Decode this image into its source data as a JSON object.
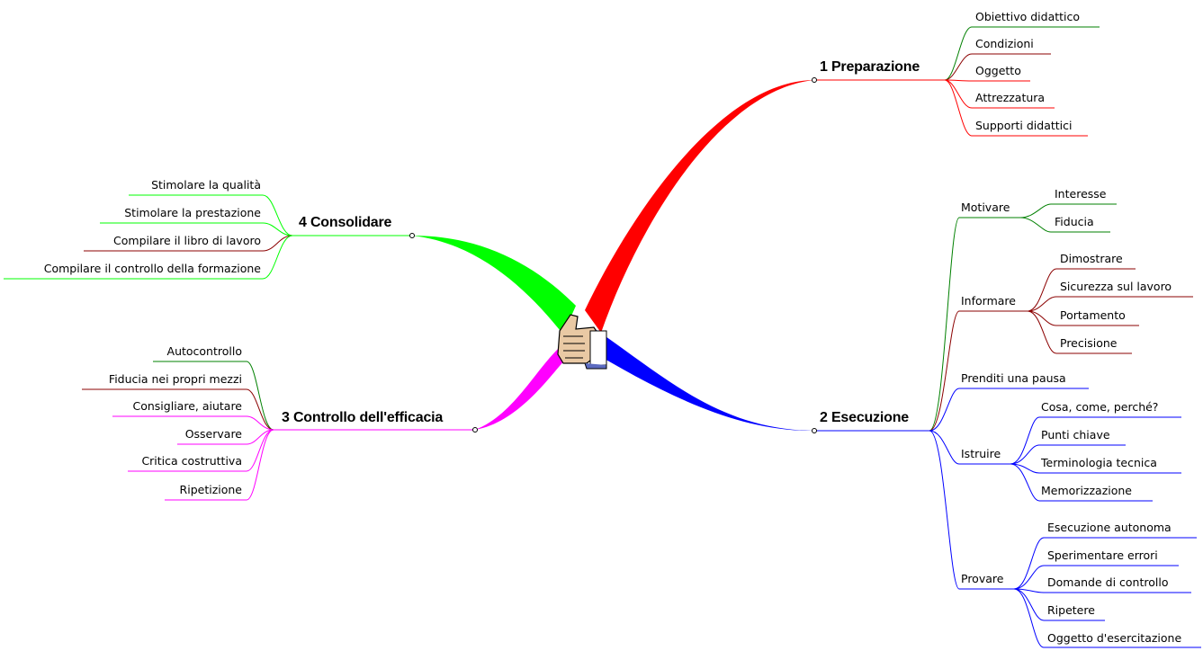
{
  "colors": {
    "preparazione": "#ff0000",
    "preparazione_dark": "#8b0000",
    "esecuzione": "#0000ff",
    "esecuzione_green": "#008000",
    "esecuzione_dark": "#8b0000",
    "controllo": "#ff00ff",
    "controllo_green": "#008000",
    "controllo_dark": "#8b0000",
    "consolidare": "#00ff00",
    "consolidare_dark": "#8b0000"
  },
  "center": {
    "icon": "thumbs-up-hand-icon"
  },
  "branches": {
    "preparazione": {
      "label": "1 Preparazione",
      "children": [
        "Obiettivo didattico",
        "Condizioni",
        "Oggetto",
        "Attrezzatura",
        "Supporti didattici"
      ]
    },
    "esecuzione": {
      "label": "2 Esecuzione",
      "motivare": {
        "label": "Motivare",
        "children": [
          "Interesse",
          "Fiducia"
        ]
      },
      "informare": {
        "label": "Informare",
        "children": [
          "Dimostrare",
          "Sicurezza sul lavoro",
          "Portamento",
          "Precisione"
        ]
      },
      "pausa": {
        "label": "Prenditi una pausa"
      },
      "istruire": {
        "label": "Istruire",
        "children": [
          "Cosa, come, perché?",
          "Punti chiave",
          "Terminologia tecnica",
          "Memorizzazione"
        ]
      },
      "provare": {
        "label": "Provare",
        "children": [
          "Esecuzione autonoma",
          "Sperimentare errori",
          "Domande di controllo",
          "Ripetere",
          "Oggetto d'esercitazione"
        ]
      }
    },
    "controllo": {
      "label": "3 Controllo dell'efficacia",
      "children": [
        "Autocontrollo",
        "Fiducia nei propri mezzi",
        "Consigliare, aiutare",
        "Osservare",
        "Critica costruttiva",
        "Ripetizione"
      ]
    },
    "consolidare": {
      "label": "4 Consolidare",
      "children": [
        "Stimolare la qualità",
        "Stimolare la prestazione",
        "Compilare il libro di lavoro",
        "Compilare il controllo della formazione"
      ]
    }
  }
}
